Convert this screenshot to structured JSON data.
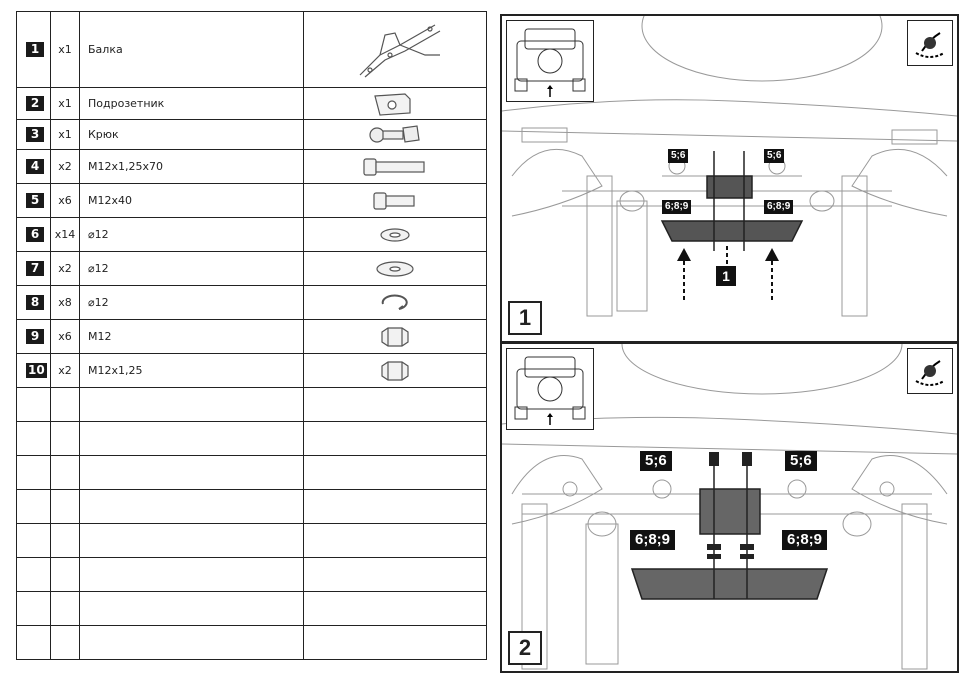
{
  "parts": [
    {
      "num": "1",
      "qty": "x1",
      "name": "Балка",
      "icon": "beam-icon"
    },
    {
      "num": "2",
      "qty": "x1",
      "name": "Подрозетник",
      "icon": "socket-plate-icon"
    },
    {
      "num": "3",
      "qty": "x1",
      "name": "Крюк",
      "icon": "hook-icon"
    },
    {
      "num": "4",
      "qty": "x2",
      "name": "M12x1,25x70",
      "icon": "long-bolt-icon"
    },
    {
      "num": "5",
      "qty": "x6",
      "name": "M12x40",
      "icon": "bolt-icon"
    },
    {
      "num": "6",
      "qty": "x14",
      "name": "⌀12",
      "icon": "flat-washer-icon"
    },
    {
      "num": "7",
      "qty": "x2",
      "name": "⌀12",
      "icon": "large-washer-icon"
    },
    {
      "num": "8",
      "qty": "x8",
      "name": "⌀12",
      "icon": "spring-washer-icon"
    },
    {
      "num": "9",
      "qty": "x6",
      "name": "M12",
      "icon": "nut-icon"
    },
    {
      "num": "10",
      "qty": "x2",
      "name": "M12x1,25",
      "icon": "nut-icon"
    }
  ],
  "steps": [
    {
      "number": "1",
      "callout_top": "5;6",
      "callout_bottom": "6;8;9",
      "part_label": "1"
    },
    {
      "number": "2",
      "callout_top": "5;6",
      "callout_bottom": "6;8;9"
    }
  ]
}
